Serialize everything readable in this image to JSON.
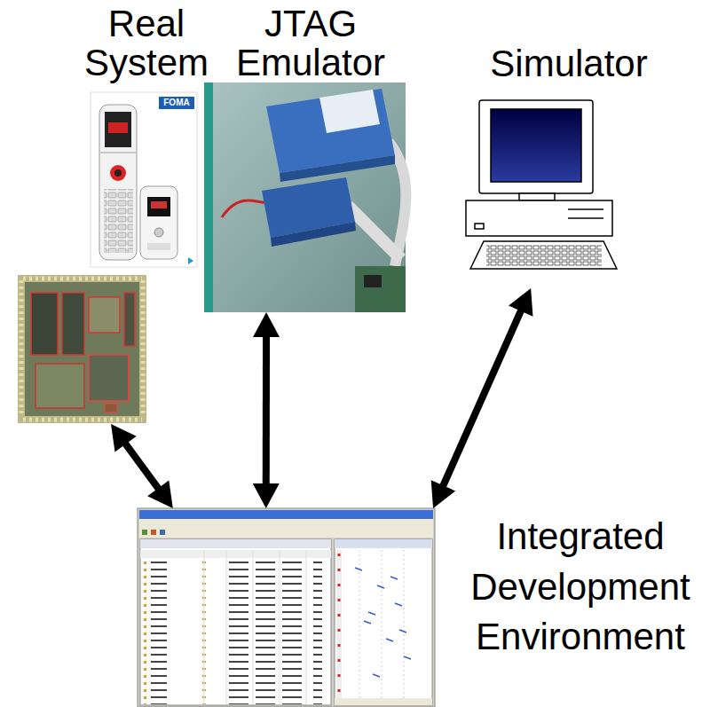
{
  "diagram": {
    "nodes": [
      {
        "text": [
          "Real System"
        ]
      },
      {
        "text": [
          "JTAG Emulator"
        ]
      },
      {
        "text": [
          "Simulator"
        ]
      },
      {
        "text": [
          "Integrated Development Environment"
        ]
      }
    ],
    "edges": [
      {
        "from": 0,
        "to": 3,
        "arrow": "both"
      },
      {
        "from": 1,
        "to": 3,
        "arrow": "both"
      },
      {
        "from": 2,
        "to": 3,
        "arrow": "both"
      }
    ],
    "labels": [
      "FOMA"
    ]
  }
}
